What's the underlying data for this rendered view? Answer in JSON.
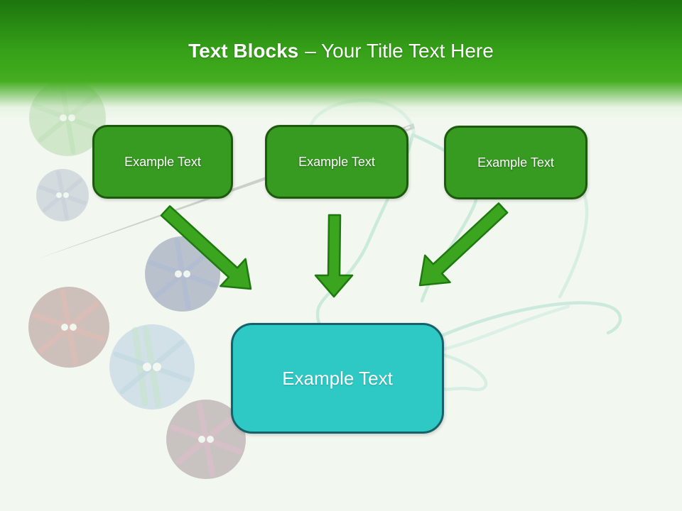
{
  "slide": {
    "title_bold": "Text Blocks",
    "title_rest": "– Your Title Text Here"
  },
  "blocks": {
    "top": [
      {
        "label": "Example Text"
      },
      {
        "label": "Example Text"
      },
      {
        "label": "Example Text"
      }
    ],
    "center": {
      "label": "Example Text"
    }
  },
  "decor": {
    "background_graphics": [
      "sewing-buttons",
      "sewing-needle",
      "sewing-thread"
    ],
    "arrow_icons": [
      "arrow-down-right-icon",
      "arrow-down-icon",
      "arrow-down-left-icon"
    ]
  },
  "colors": {
    "bg": "#f2f8f0",
    "header_top": "#1d750e",
    "header_mid": "#35a018",
    "header_low": "#44ad20",
    "box_fill": "#379a21",
    "box_border": "#1d5a0e",
    "teal_fill": "#2fc9c5",
    "teal_border": "#15626b",
    "arrow_fill": "#3ca51f",
    "arrow_stroke": "#1e7a0e",
    "thread": "#c5e8d8",
    "needle": "#b2b6b0"
  }
}
